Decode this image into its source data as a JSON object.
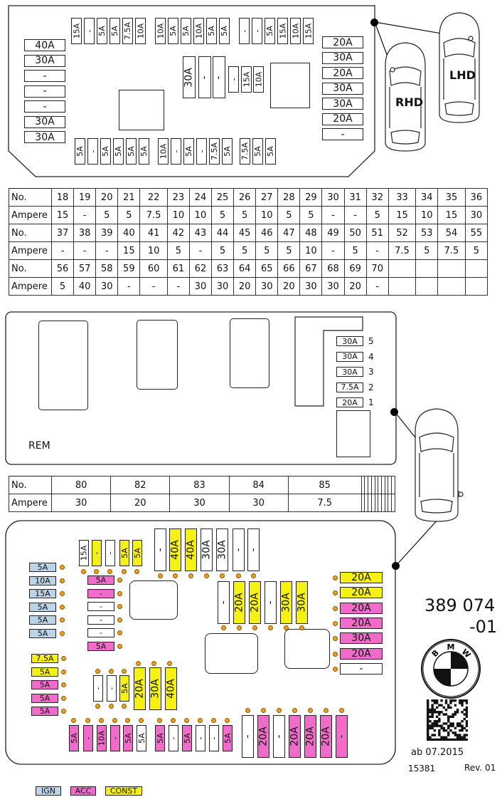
{
  "panel1": {
    "left_col": [
      "40A",
      "30A",
      "-",
      "-",
      "-",
      "30A",
      "30A"
    ],
    "right_col": [
      "20A",
      "30A",
      "20A",
      "30A",
      "30A",
      "20A",
      "-"
    ],
    "top_row": [
      "15A",
      "-",
      "5A",
      "5A",
      "7.5A",
      "10A",
      "10A",
      "5A",
      "5A",
      "10A",
      "5A",
      "5A",
      "-",
      "-",
      "5A",
      "15A",
      "10A",
      "15A"
    ],
    "mid_big": [
      "30A",
      "-",
      "-"
    ],
    "mid_small": [
      "-",
      "15A",
      "10A"
    ],
    "bottom_row": [
      "5A",
      "-",
      "5A",
      "5A",
      "5A",
      "5A",
      "10A",
      "-",
      "5A",
      "-",
      "7.5A",
      "5A",
      "7.5A",
      "5A",
      "5A"
    ]
  },
  "cars": {
    "rhd": "RHD",
    "lhd": "LHD"
  },
  "table1": {
    "rows": [
      {
        "label": "No.",
        "cells": [
          "18",
          "19",
          "20",
          "21",
          "22",
          "23",
          "24",
          "25",
          "26",
          "27",
          "28",
          "29",
          "30",
          "31",
          "32",
          "33",
          "34",
          "35",
          "36"
        ]
      },
      {
        "label": "Ampere",
        "cells": [
          "15",
          "-",
          "5",
          "5",
          "7.5",
          "10",
          "10",
          "5",
          "5",
          "10",
          "5",
          "5",
          "-",
          "-",
          "5",
          "15",
          "10",
          "15",
          "30"
        ]
      },
      {
        "label": "No.",
        "cells": [
          "37",
          "38",
          "39",
          "40",
          "41",
          "42",
          "43",
          "44",
          "45",
          "46",
          "47",
          "48",
          "49",
          "50",
          "51",
          "52",
          "53",
          "54",
          "55"
        ]
      },
      {
        "label": "Ampere",
        "cells": [
          "-",
          "-",
          "-",
          "15",
          "10",
          "5",
          "-",
          "5",
          "5",
          "5",
          "5",
          "10",
          "-",
          "5",
          "-",
          "7.5",
          "5",
          "7.5",
          "5"
        ]
      },
      {
        "label": "No.",
        "cells": [
          "56",
          "57",
          "58",
          "59",
          "60",
          "61",
          "62",
          "63",
          "64",
          "65",
          "66",
          "67",
          "68",
          "69",
          "70",
          "",
          "",
          "",
          ""
        ]
      },
      {
        "label": "Ampere",
        "cells": [
          "5",
          "40",
          "30",
          "-",
          "-",
          "-",
          "30",
          "30",
          "20",
          "30",
          "20",
          "30",
          "30",
          "20",
          "-",
          "",
          "",
          "",
          ""
        ]
      }
    ]
  },
  "panel2": {
    "label": "REM",
    "fuses": [
      {
        "value": "30A",
        "num": "5"
      },
      {
        "value": "30A",
        "num": "4"
      },
      {
        "value": "30A",
        "num": "3"
      },
      {
        "value": "7.5A",
        "num": "2"
      },
      {
        "value": "20A",
        "num": "1"
      }
    ]
  },
  "table2": {
    "rows": [
      {
        "label": "No.",
        "cells": [
          "80",
          "82",
          "83",
          "84",
          "85",
          "",
          "",
          "",
          "",
          "",
          "",
          "",
          "",
          "",
          ""
        ]
      },
      {
        "label": "Ampere",
        "cells": [
          "30",
          "20",
          "30",
          "30",
          "7.5",
          "",
          "",
          "",
          "",
          "",
          "",
          "",
          "",
          "",
          ""
        ]
      }
    ]
  },
  "panel3": {
    "left_col1": [
      {
        "v": "5A",
        "t": "IGN"
      },
      {
        "v": "10A",
        "t": "IGN"
      },
      {
        "v": "15A",
        "t": "IGN"
      },
      {
        "v": "5A",
        "t": "IGN"
      },
      {
        "v": "5A",
        "t": "IGN"
      },
      {
        "v": "5A",
        "t": "IGN"
      }
    ],
    "left_col2": [
      {
        "v": "7.5A",
        "t": "CONST"
      },
      {
        "v": "5A",
        "t": "CONST"
      },
      {
        "v": "5A",
        "t": "ACC"
      },
      {
        "v": "5A",
        "t": "ACC"
      },
      {
        "v": "5A",
        "t": "ACC"
      }
    ],
    "top_small": [
      {
        "v": "15A",
        "t": "W"
      },
      {
        "v": "-",
        "t": "CONST"
      },
      {
        "v": "-",
        "t": "W"
      },
      {
        "v": "5A",
        "t": "CONST"
      },
      {
        "v": "5A",
        "t": "CONST"
      }
    ],
    "inner_col": [
      {
        "v": "5A",
        "t": "ACC"
      },
      {
        "v": "-",
        "t": "ACC"
      },
      {
        "v": "-",
        "t": "W"
      },
      {
        "v": "-",
        "t": "W"
      },
      {
        "v": "-",
        "t": "W"
      },
      {
        "v": "5A",
        "t": "ACC"
      }
    ],
    "top_big": [
      {
        "v": "-",
        "t": "W"
      },
      {
        "v": "40A",
        "t": "CONST"
      },
      {
        "v": "40A",
        "t": "CONST"
      },
      {
        "v": "30A",
        "t": "W"
      },
      {
        "v": "30A",
        "t": "W"
      },
      {
        "v": "-",
        "t": "W"
      },
      {
        "v": "-",
        "t": "W"
      }
    ],
    "mid_big": [
      {
        "v": "-",
        "t": "W"
      },
      {
        "v": "20A",
        "t": "CONST"
      },
      {
        "v": "20A",
        "t": "CONST"
      },
      {
        "v": "-",
        "t": "W"
      },
      {
        "v": "30A",
        "t": "CONST"
      },
      {
        "v": "30A",
        "t": "CONST"
      }
    ],
    "right_col": [
      {
        "v": "20A",
        "t": "CONST"
      },
      {
        "v": "20A",
        "t": "CONST"
      },
      {
        "v": "20A",
        "t": "ACC"
      },
      {
        "v": "20A",
        "t": "ACC"
      },
      {
        "v": "30A",
        "t": "ACC"
      },
      {
        "v": "20A",
        "t": "ACC"
      },
      {
        "v": "-",
        "t": "W"
      }
    ],
    "center_group": [
      {
        "v": "-",
        "t": "W"
      },
      {
        "v": "-",
        "t": "W"
      },
      {
        "v": "5A",
        "t": "CONST"
      },
      {
        "v": "20A",
        "t": "CONST"
      },
      {
        "v": "30A",
        "t": "CONST"
      },
      {
        "v": "40A",
        "t": "CONST"
      }
    ],
    "bottom_small": [
      {
        "v": "5A",
        "t": "ACC"
      },
      {
        "v": "-",
        "t": "ACC"
      },
      {
        "v": "10A",
        "t": "ACC"
      },
      {
        "v": "-",
        "t": "ACC"
      },
      {
        "v": "5A",
        "t": "ACC"
      },
      {
        "v": "5A",
        "t": "W"
      },
      {
        "v": "5A",
        "t": "ACC"
      },
      {
        "v": "-",
        "t": "W"
      },
      {
        "v": "5A",
        "t": "ACC"
      },
      {
        "v": "-",
        "t": "W"
      },
      {
        "v": "-",
        "t": "W"
      },
      {
        "v": "5A",
        "t": "ACC"
      }
    ],
    "bottom_big": [
      {
        "v": "-",
        "t": "W"
      },
      {
        "v": "20A",
        "t": "ACC"
      },
      {
        "v": "-",
        "t": "W"
      },
      {
        "v": "20A",
        "t": "ACC"
      },
      {
        "v": "20A",
        "t": "ACC"
      },
      {
        "v": "20A",
        "t": "ACC"
      },
      {
        "v": "-",
        "t": "ACC"
      }
    ]
  },
  "part_number": {
    "line1": "389  074",
    "line2": "-01"
  },
  "footer": {
    "date": "ab  07.2015",
    "code": "15381",
    "rev": "Rev.  01"
  },
  "legend": [
    {
      "label": "IGN",
      "type": "IGN",
      "color": "#bcd4e6"
    },
    {
      "label": "ACC",
      "type": "ACC",
      "color": "#f06cc8"
    },
    {
      "label": "CONST",
      "type": "CONST",
      "color": "#f5f213"
    }
  ],
  "logo": {
    "text": "BMW"
  }
}
